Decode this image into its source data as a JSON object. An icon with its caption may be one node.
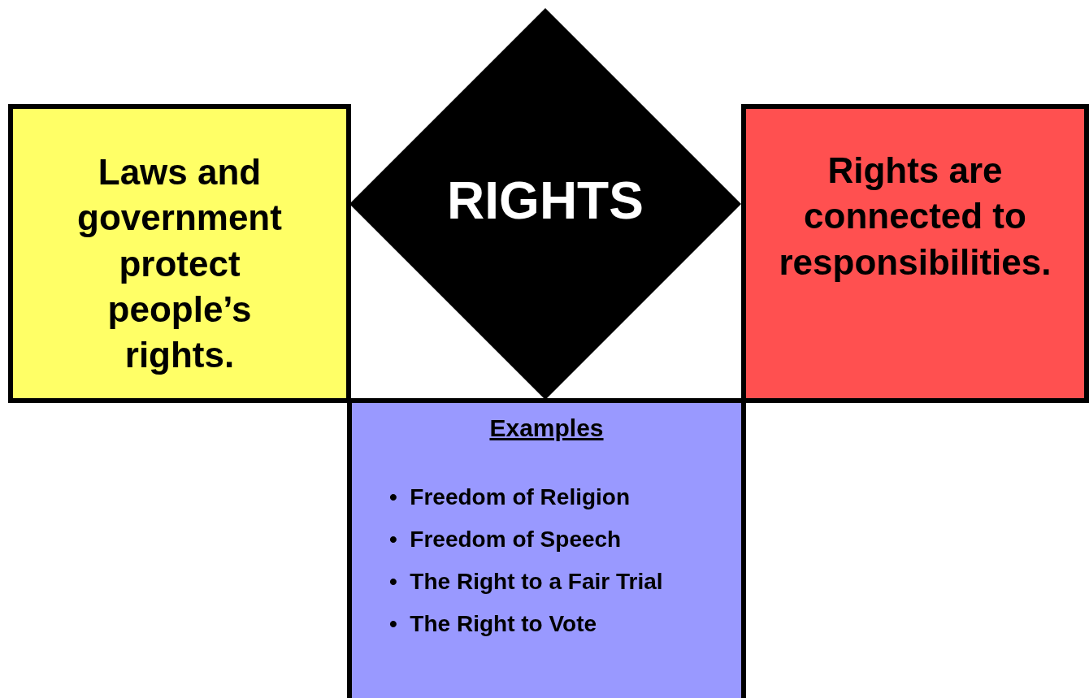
{
  "diagram": {
    "nodes": [
      {
        "text": [
          "RIGHTS"
        ]
      },
      {
        "text": [
          "Laws and government protect people’s rights."
        ]
      },
      {
        "text": [
          "Rights are connected to responsibilities."
        ]
      },
      {
        "text": [
          "Examples",
          "•  Freedom of Religion",
          "•  Freedom of Speech",
          "•  The Right to a Fair Trial",
          "•  The Right to Vote"
        ]
      }
    ]
  }
}
